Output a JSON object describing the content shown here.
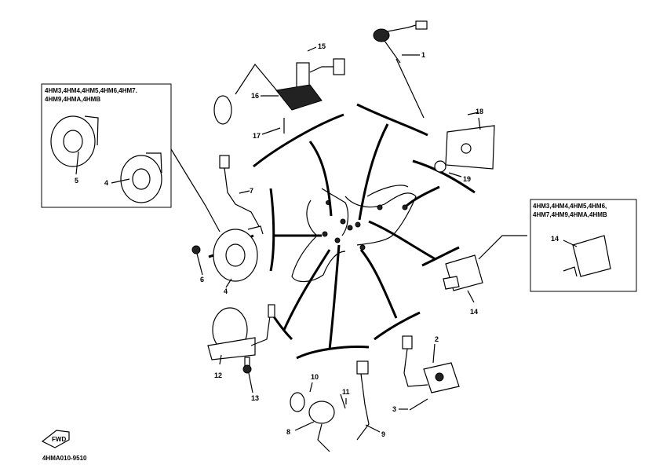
{
  "callouts": {
    "c1": "1",
    "c2": "2",
    "c3": "3",
    "c4a": "4",
    "c4b": "4",
    "c5": "5",
    "c6": "6",
    "c7": "7",
    "c8": "8",
    "c9": "9",
    "c10": "10",
    "c11": "11",
    "c12": "12",
    "c13": "13",
    "c14a": "14",
    "c14b": "14",
    "c15": "15",
    "c16": "16",
    "c17": "17",
    "c18": "18",
    "c19": "19"
  },
  "frames": {
    "left_models": "4HM3,4HM4,4HM5,4HM6,4HM7.\n4HM9,4HMA,4HMB",
    "right_models": "4HM3,4HM4,4HM5,4HM6,\n4HM7,4HM9,4HMA,4HMB"
  },
  "front_arrow": "FWD",
  "diagram_code": "4HMA010-9510"
}
